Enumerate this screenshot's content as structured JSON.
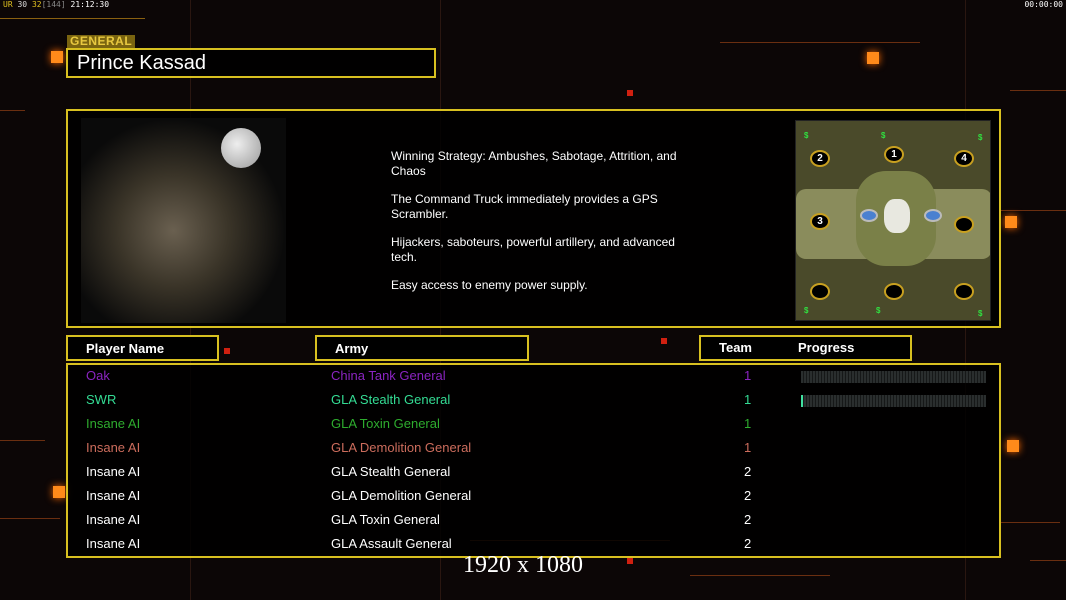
{
  "hud": {
    "fps_label": "UR",
    "a": "30",
    "b": "32",
    "c": "[144]",
    "time": "21:12:30",
    "clock": "00:00:00"
  },
  "general": {
    "section_label": "GENERAL",
    "name": "Prince Kassad",
    "description": [
      "Winning Strategy: Ambushes, Sabotage, Attrition, and\n Chaos",
      "The Command Truck immediately provides a GPS\n Scrambler.",
      "Hijackers, saboteurs, powerful artillery, and advanced\n tech.",
      "Easy access to enemy power supply."
    ]
  },
  "map": {
    "start_positions": [
      "1",
      "2",
      "3",
      "4"
    ],
    "cash_icon": "$"
  },
  "headers": {
    "player": "Player Name",
    "army": "Army",
    "team": "Team",
    "progress": "Progress"
  },
  "players": [
    {
      "name": "Oak",
      "army": "China Tank General",
      "team": "1",
      "color": "#8a24c0",
      "progress": 0
    },
    {
      "name": "SWR",
      "army": "GLA Stealth General",
      "team": "1",
      "color": "#34dc94",
      "progress": 0.01
    },
    {
      "name": "Insane AI",
      "army": "GLA Toxin General",
      "team": "1",
      "color": "#2eac2e",
      "progress": null
    },
    {
      "name": "Insane AI",
      "army": "GLA Demolition General",
      "team": "1",
      "color": "#cc6c5c",
      "progress": null
    },
    {
      "name": "Insane AI",
      "army": "GLA Stealth General",
      "team": "2",
      "color": "#ffffff",
      "progress": null
    },
    {
      "name": "Insane AI",
      "army": "GLA Demolition General",
      "team": "2",
      "color": "#ffffff",
      "progress": null
    },
    {
      "name": "Insane AI",
      "army": "GLA Toxin General",
      "team": "2",
      "color": "#ffffff",
      "progress": null
    },
    {
      "name": "Insane AI",
      "army": "GLA Assault General",
      "team": "2",
      "color": "#ffffff",
      "progress": null
    }
  ],
  "resolution": "1920 x 1080"
}
